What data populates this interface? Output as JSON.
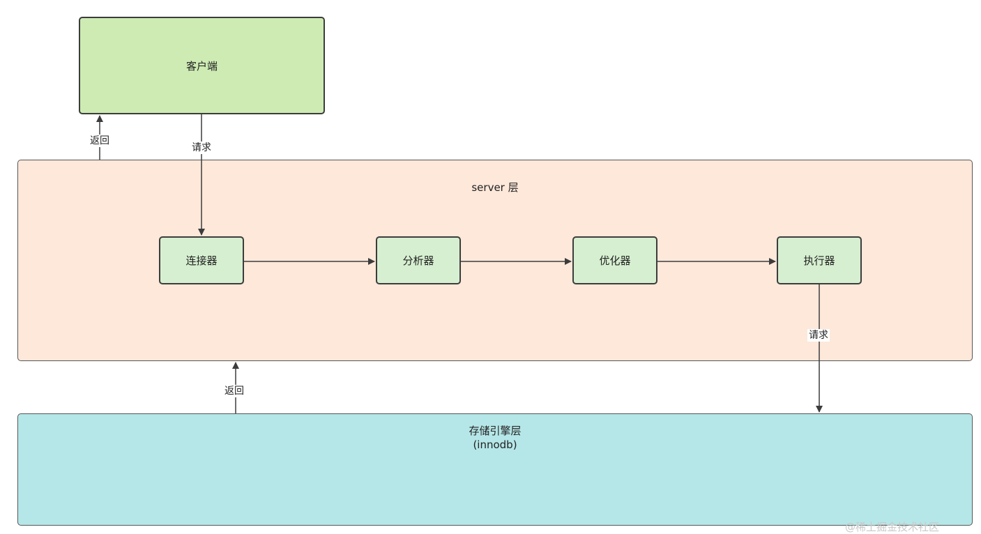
{
  "nodes": {
    "client": "客户端",
    "server_title": "server 层",
    "connector": "连接器",
    "analyzer": "分析器",
    "optimizer": "优化器",
    "executor": "执行器",
    "storage_title": "存储引擎层",
    "storage_subtitle": "(innodb)"
  },
  "edges": {
    "client_return": "返回",
    "client_request": "请求",
    "storage_return": "返回",
    "storage_request": "请求"
  },
  "watermark": "@稀土掘金技术社区",
  "colors": {
    "client_fill": "#cdebb3",
    "server_fill": "#fde8da",
    "component_fill": "#d6efd0",
    "storage_fill": "#b6e7e8",
    "edge": "#3c3c3c"
  }
}
